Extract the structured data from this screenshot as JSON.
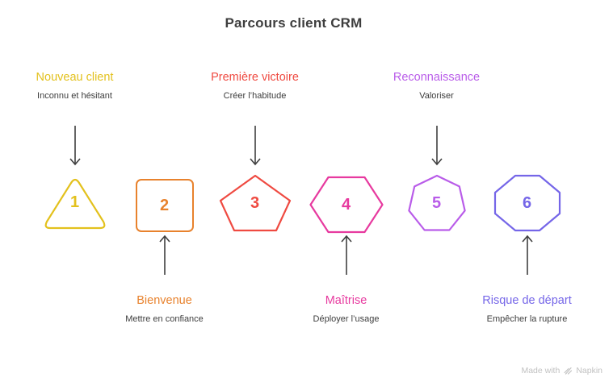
{
  "title": "Parcours client CRM",
  "colors": {
    "arrow": "#3f3f3f",
    "title_text": "#3e3e3e",
    "description_text": "#3d3d3d",
    "footer_text": "#c1c1c1"
  },
  "stages": [
    {
      "number": "1",
      "shape": "triangle",
      "color": "#e3c11d",
      "label": "Nouveau client",
      "description": "Inconnu et hésitant",
      "label_position": "top"
    },
    {
      "number": "2",
      "shape": "square",
      "color": "#e8822d",
      "label": "Bienvenue",
      "description": "Mettre en confiance",
      "label_position": "bottom"
    },
    {
      "number": "3",
      "shape": "pentagon",
      "color": "#ef4a41",
      "label": "Première victoire",
      "description": "Créer l’habitude",
      "label_position": "top"
    },
    {
      "number": "4",
      "shape": "hexagon",
      "color": "#e73a9f",
      "label": "Maîtrise",
      "description": "Déployer l’usage",
      "label_position": "bottom"
    },
    {
      "number": "5",
      "shape": "heptagon",
      "color": "#b95ce9",
      "label": "Reconnaissance",
      "description": "Valoriser",
      "label_position": "top"
    },
    {
      "number": "6",
      "shape": "octagon",
      "color": "#7566e8",
      "label": "Risque de départ",
      "description": "Empêcher la rupture",
      "label_position": "bottom"
    }
  ],
  "footer": {
    "credit": "Made with",
    "brand": "Napkin"
  }
}
